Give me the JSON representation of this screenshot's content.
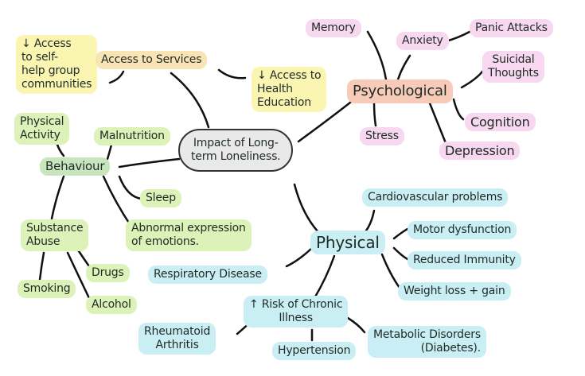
{
  "title": "Impact of Long-\nterm Loneliness.",
  "access": {
    "main": "Access to Services",
    "self_help": "↓ Access\nto self-\nhelp group\ncommunities",
    "health_education": "↓ Access to\nHealth\nEducation"
  },
  "psychological": {
    "main": "Psychological",
    "memory": "Memory",
    "anxiety": "Anxiety",
    "panic_attacks": "Panic Attacks",
    "suicidal_thoughts": "Suicidal\nThoughts",
    "cognition": "Cognition",
    "stress": "Stress",
    "depression": "Depression"
  },
  "behaviour": {
    "main": "Behaviour",
    "physical_activity": "Physical\nActivity",
    "malnutrition": "Malnutrition",
    "sleep": "Sleep",
    "abnormal_emotions": "Abnormal expression\nof emotions.",
    "substance_abuse": "Substance\nAbuse",
    "drugs": "Drugs",
    "smoking": "Smoking",
    "alcohol": "Alcohol"
  },
  "physical": {
    "main": "Physical",
    "cardiovascular": "Cardiovascular problems",
    "motor": "Motor dysfunction",
    "immunity": "Reduced Immunity",
    "weight": "Weight loss + gain",
    "respiratory": "Respiratory Disease",
    "chronic": "↑ Risk of Chronic\nIllness",
    "rheumatoid": "Rheumatoid\nArthritis",
    "hypertension": "Hypertension",
    "metabolic": "Metabolic Disorders\n(Diabetes)."
  }
}
